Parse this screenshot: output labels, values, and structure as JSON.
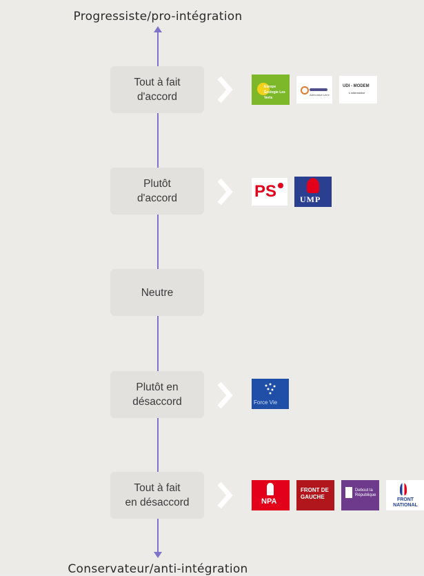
{
  "axis": {
    "top_label": "Progressiste/pro-intégration",
    "bottom_label": "Conservateur/anti-intégration",
    "line_color": "#7f73c9"
  },
  "levels": [
    {
      "label": "Tout à fait\nd'accord",
      "logos": [
        {
          "icon": "eelv-logo",
          "text": "Europe Écologie Les Verts"
        },
        {
          "icon": "alternative-logo",
          "text": "Alternative Libre"
        },
        {
          "icon": "udi-modem-logo",
          "text": "UDI - MODEM",
          "subtext": "L'alternative"
        }
      ]
    },
    {
      "label": "Plutôt\nd'accord",
      "logos": [
        {
          "icon": "ps-logo",
          "text": "PS"
        },
        {
          "icon": "ump-logo",
          "text": "UMP"
        }
      ]
    },
    {
      "label": "Neutre",
      "logos": []
    },
    {
      "label": "Plutôt en\ndésaccord",
      "logos": [
        {
          "icon": "force-vie-logo",
          "text": "Force Vie"
        }
      ]
    },
    {
      "label": "Tout à fait\nen désaccord",
      "logos": [
        {
          "icon": "npa-logo",
          "text": "NPA"
        },
        {
          "icon": "front-de-gauche-logo",
          "text": "FRONT DE GAUCHE"
        },
        {
          "icon": "debout-la-republique-logo",
          "text": "Debout la République"
        },
        {
          "icon": "front-national-logo",
          "text": "FRONT NATIONAL"
        }
      ]
    }
  ]
}
